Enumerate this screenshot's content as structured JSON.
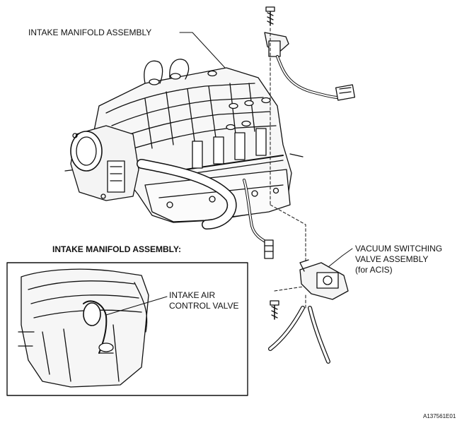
{
  "labels": {
    "intake_manifold": "INTAKE MANIFOLD ASSEMBLY",
    "inset_title": "INTAKE MANIFOLD ASSEMBLY:",
    "intake_air_control_valve": [
      "INTAKE AIR",
      "CONTROL VALVE"
    ],
    "vsv": [
      "VACUUM SWITCHING",
      "VALVE ASSEMBLY",
      "(for ACIS)"
    ]
  },
  "figure_code": "A137561E01"
}
